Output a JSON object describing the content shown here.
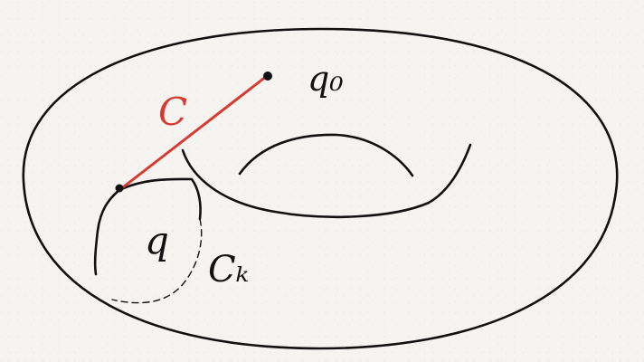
{
  "labels": {
    "q0": "q₀",
    "c": "C",
    "q": "q",
    "ck": "Cₖ"
  },
  "colors": {
    "background": "#f6f4f1",
    "ink": "#111111",
    "path_red": "#d83a2f"
  }
}
